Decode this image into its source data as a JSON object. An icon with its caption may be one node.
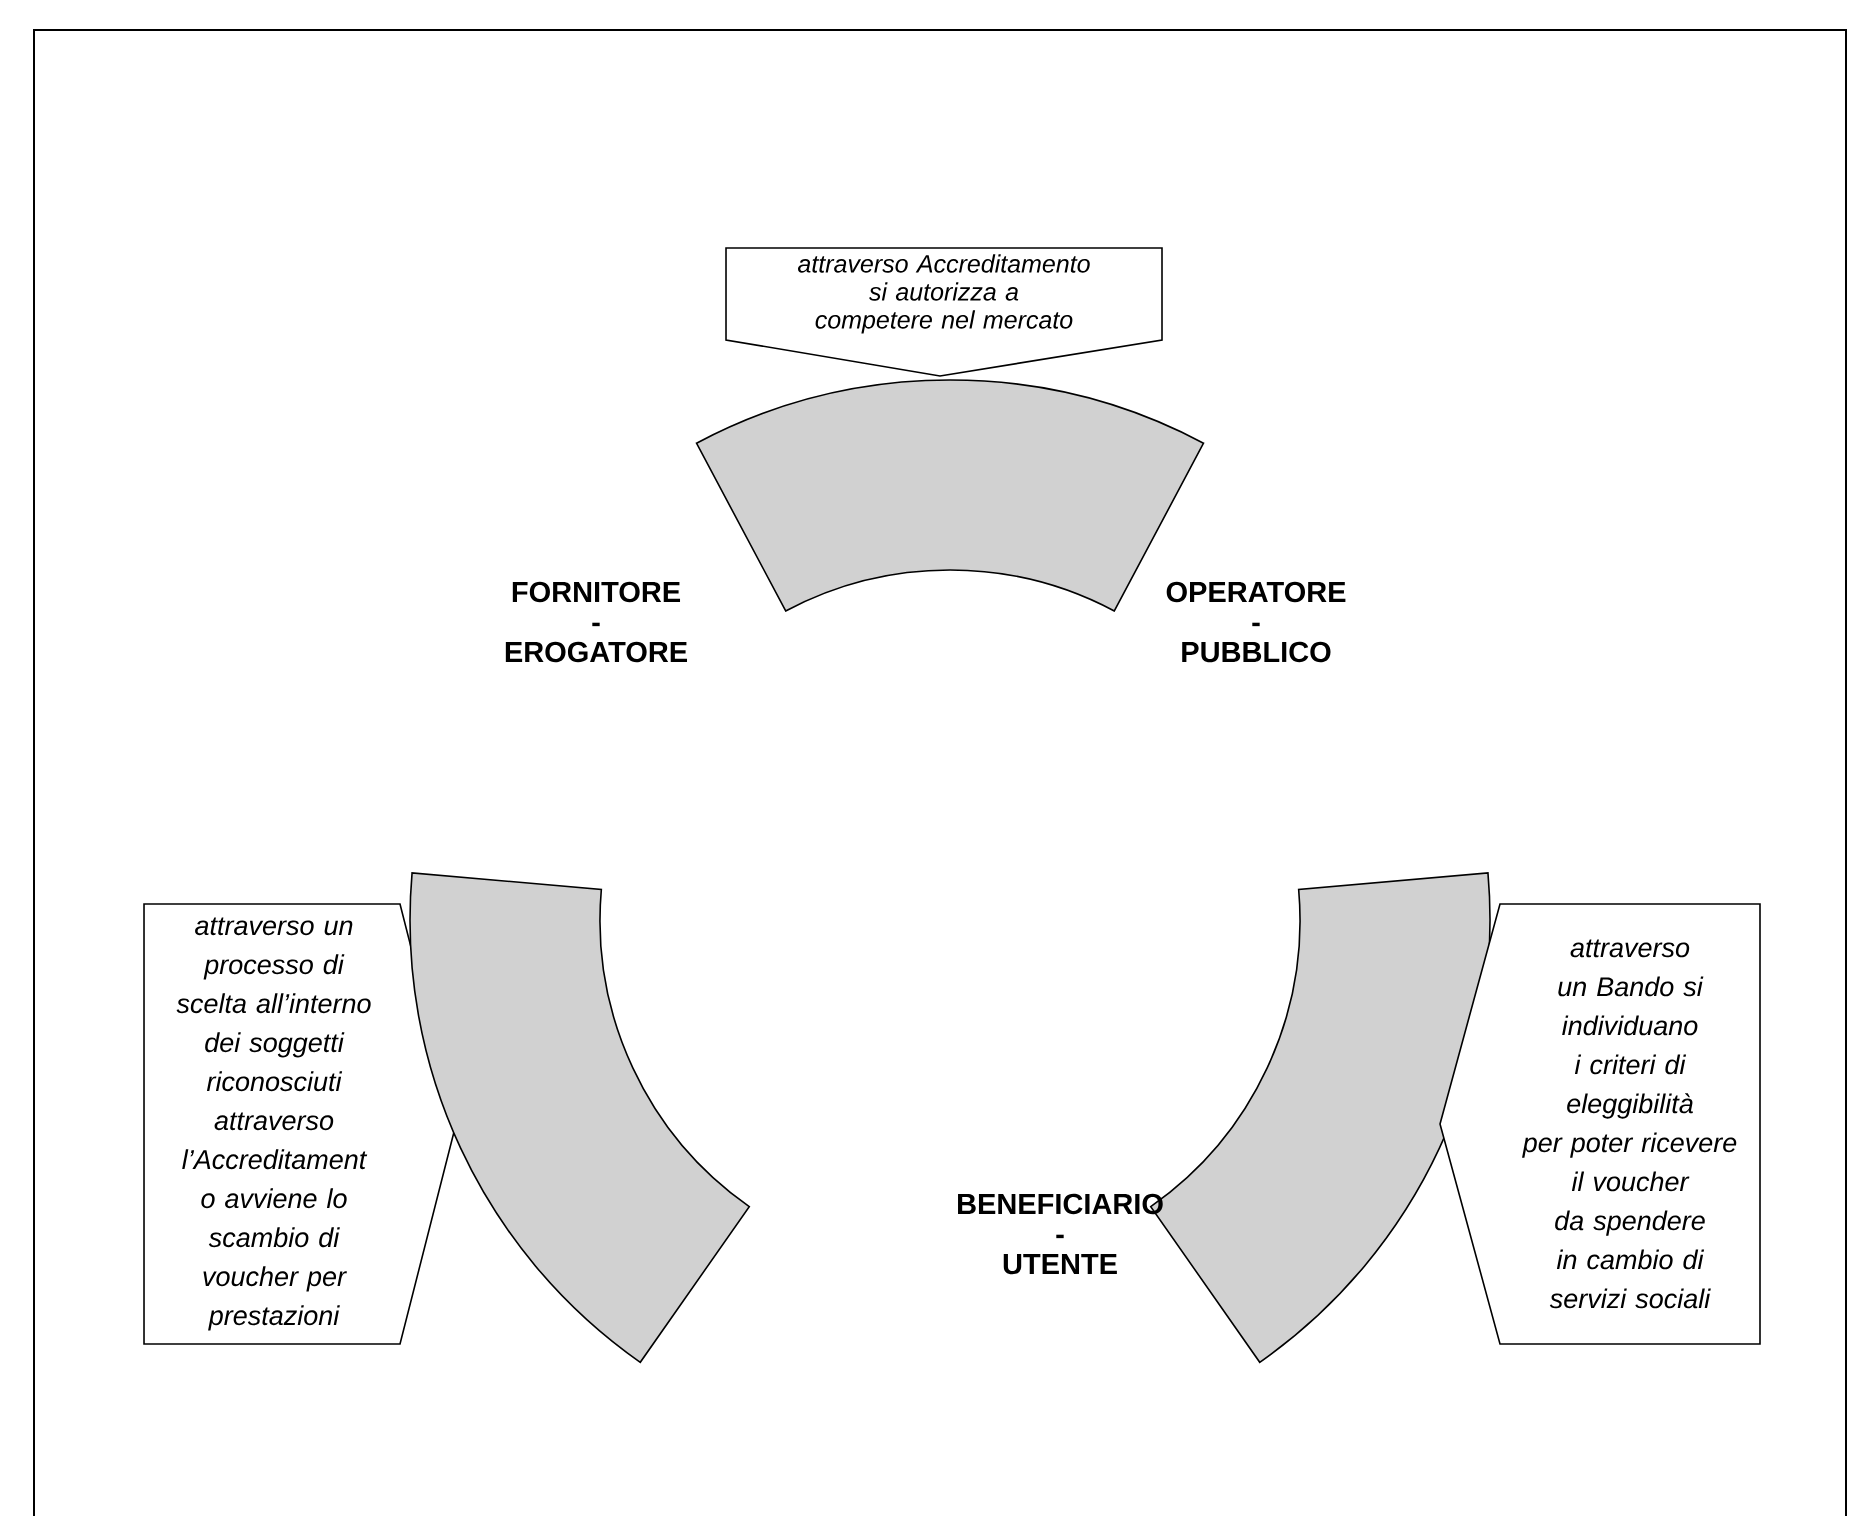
{
  "diagram": {
    "nodes": [
      {
        "text": [
          "attraverso Accreditamento si autorizza a competere nel mercato"
        ]
      },
      {
        "text": [],
        "shape": "band"
      },
      {
        "text": [
          "attraverso un processo di scelta all’interno dei soggetti riconosciuti attraverso l’Accreditament o avviene lo scambio di voucher per prestazioni"
        ]
      },
      {
        "text": [],
        "shape": "band"
      },
      {
        "text": [],
        "shape": "band"
      },
      {
        "text": [
          "attraverso un Bando si individuano i criteri di eleggibilità per poter ricevere il voucher da spendere in cambio di servizi sociali"
        ]
      }
    ],
    "edges": [],
    "labels": [
      "FORNITORE - EROGATORE",
      "OPERATORE - PUBBLICO",
      "BENEFICIARIO - UTENTE"
    ]
  }
}
